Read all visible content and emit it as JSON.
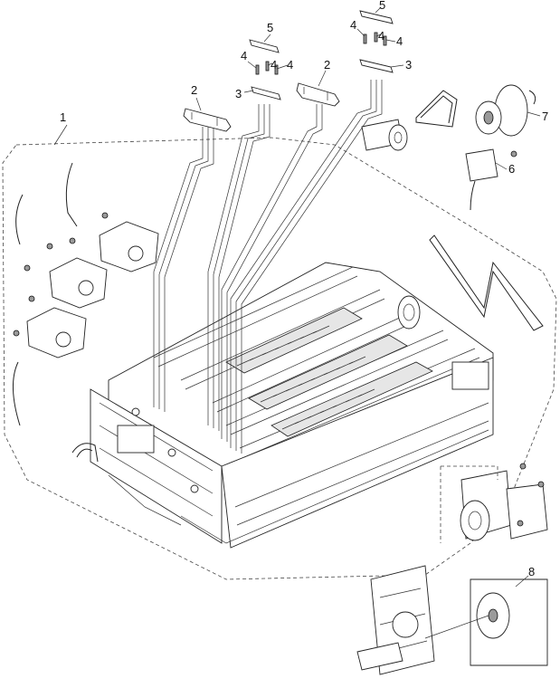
{
  "callouts": {
    "c1": "1",
    "c2a": "2",
    "c2b": "2",
    "c3a": "3",
    "c3b": "3",
    "c4a": "4",
    "c4b": "4",
    "c4c": "4",
    "c4d": "4",
    "c4e": "4",
    "c4f": "4",
    "c5a": "5",
    "c5b": "5",
    "c6": "6",
    "c7": "7",
    "c8": "8"
  }
}
